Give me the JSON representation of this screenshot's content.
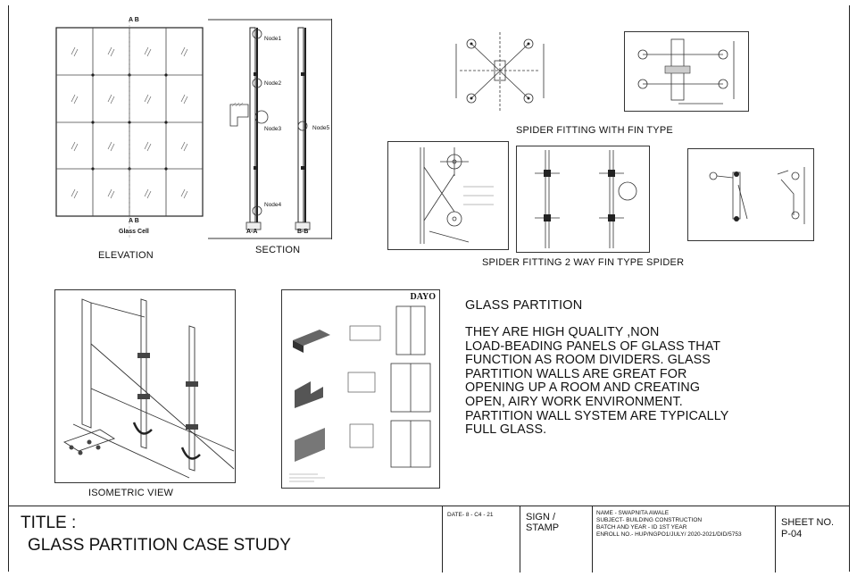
{
  "elevation": {
    "marker_top": "A  B",
    "marker_bottom": "A  B",
    "glass_cell_label": "Glass Cell",
    "caption": "ELEVATION"
  },
  "section": {
    "nodes": [
      "Node1",
      "Node2",
      "Node3",
      "Node4",
      "Node5"
    ],
    "labels": [
      "A-A",
      "B-B"
    ],
    "caption": "SECTION"
  },
  "spider_fin": {
    "caption": "SPIDER FITTING WITH FIN TYPE"
  },
  "spider_2way": {
    "caption": "SPIDER FITTING 2 WAY FIN TYPE SPIDER"
  },
  "isometric": {
    "caption": "ISOMETRIC VIEW"
  },
  "catalog": {
    "brand": "DAYO"
  },
  "partition": {
    "heading": "GLASS PARTITION",
    "body_lines": [
      "THEY ARE HIGH QUALITY ,NON",
      "LOAD-BEADING PANELS OF GLASS THAT",
      "FUNCTION AS ROOM DIVIDERS. GLASS",
      "PARTITION WALLS ARE GREAT FOR",
      "OPENING UP A ROOM AND CREATING",
      "OPEN, AIRY WORK ENVIRONMENT.",
      "PARTITION WALL SYSTEM ARE TYPICALLY",
      "FULL GLASS."
    ]
  },
  "title_block": {
    "title_label": "TITLE :",
    "title": "GLASS PARTITION CASE STUDY",
    "date": "DATE- 8 - C4 - 21",
    "sign_line1": "SIGN /",
    "sign_line2": "STAMP",
    "name": "NAME - SWAPNITA  AWALE",
    "subject": "SUBJECT- BUILDING CONSTRUCTION",
    "batch": "BATCH AND YEAR - ID 1ST YEAR",
    "enroll": "ENROLL NO.- HUP/NGPO1/JULY/ 2020-2021/DID/5753",
    "sheet_label": "SHEET NO.",
    "sheet_no": "P-04"
  }
}
